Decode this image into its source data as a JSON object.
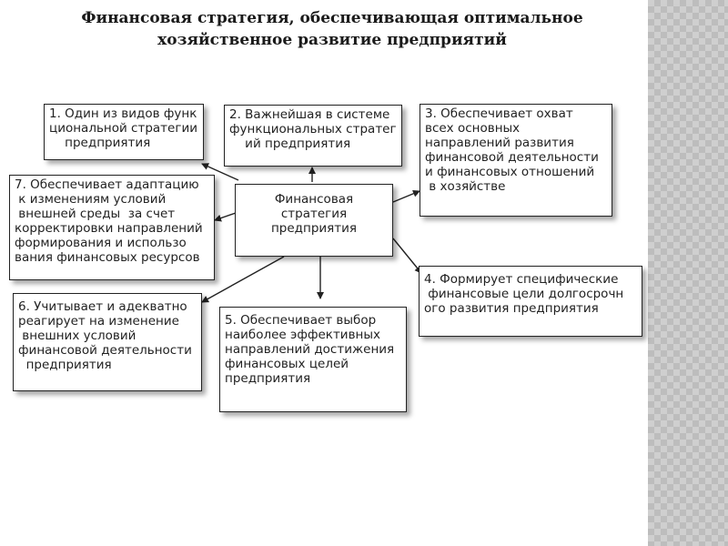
{
  "title": {
    "line1": "Финансовая стратегия, обеспечивающая оптимальное",
    "line2": "хозяйственное развитие  предприятий"
  },
  "diagram": {
    "center": "Финансовая\nстратегия\nпредприятия",
    "box1": "1. Один из видов функ\nциональной стратегии\n    предприятия",
    "box2": "2. Важнейшая в системе\nфункциональных стратег\n    ий предприятия",
    "box3": "3. Обеспечивает охват\nвсех основных\nнаправлений развития\nфинансовой деятельности\nи финансовых отношений\n в хозяйстве",
    "box4": "4. Формирует специфические\n финансовые цели долгосрочн\nого развития предприятия",
    "box5": "5. Обеспечивает выбор\nнаиболее эффективных\nнаправлений достижения\nфинансовых целей\nпредприятия",
    "box6": "6. Учитывает и адекватно\nреагирует на изменение\n внешних условий\nфинансовой деятельности\n  предприятия",
    "box7": "7. Обеспечивает адаптацию\n к изменениям условий\n внешней среды  за счет\nкорректировки направлений\nформирования и использо\nвания финансовых ресурсов"
  }
}
